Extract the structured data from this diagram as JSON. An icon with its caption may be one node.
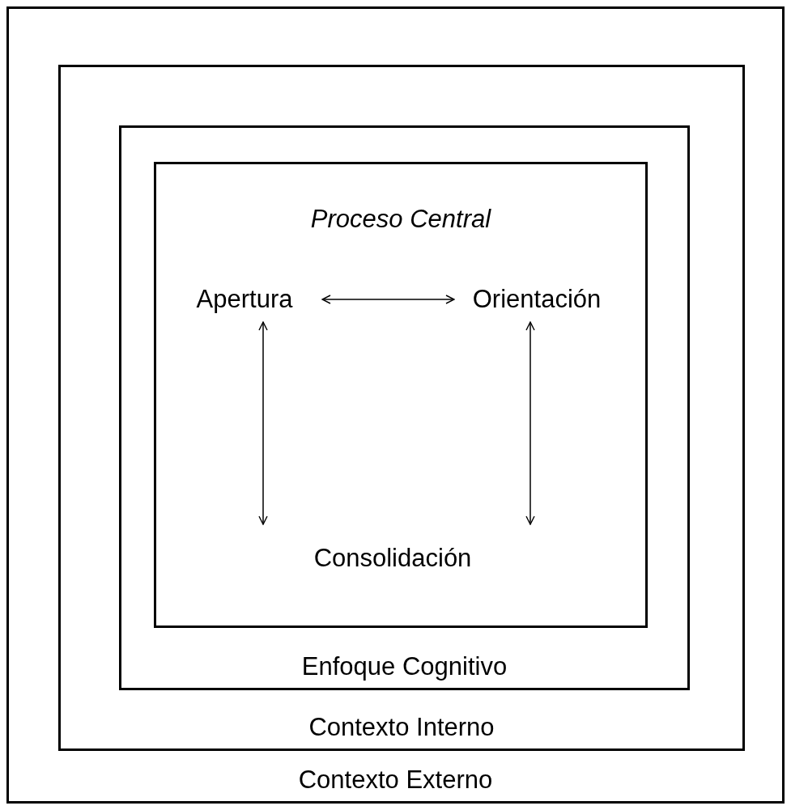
{
  "diagram": {
    "nodes": [
      {
        "text": [
          "Contexto Externo"
        ]
      },
      {
        "text": [
          "Contexto Interno"
        ],
        "in": 0
      },
      {
        "text": [
          "Enfoque Cognitivo"
        ],
        "in": 1
      },
      {
        "text": [
          "Proceso Central"
        ],
        "in": 2
      },
      {
        "text": [
          "Apertura"
        ],
        "in": 3
      },
      {
        "text": [
          "Orientación"
        ],
        "in": 3
      },
      {
        "text": [
          "Consolidación"
        ],
        "in": 3
      }
    ],
    "edges": [
      {
        "from": 4,
        "to": 5,
        "arrow": "both"
      },
      {
        "from": 4,
        "to": 6,
        "arrow": "both"
      },
      {
        "from": 5,
        "to": 6,
        "arrow": "both"
      }
    ]
  }
}
